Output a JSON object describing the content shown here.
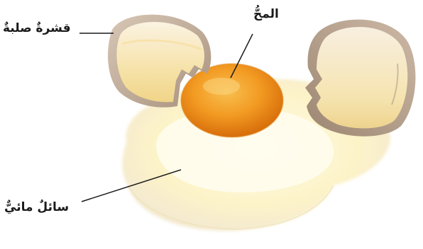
{
  "labels": {
    "shell": "قشرةٌ صلبةٌ",
    "yolk": "المحُّ",
    "white": "سائلٌ مائيٌّ"
  },
  "colors": {
    "yolk": "#f08a1c",
    "yolk_highlight": "#f8c050",
    "shell_outer": "#c9b6a6",
    "shell_inner": "#f7ecd8",
    "albumen": "#fdf6d2",
    "leader_line": "#1a1a1a"
  }
}
